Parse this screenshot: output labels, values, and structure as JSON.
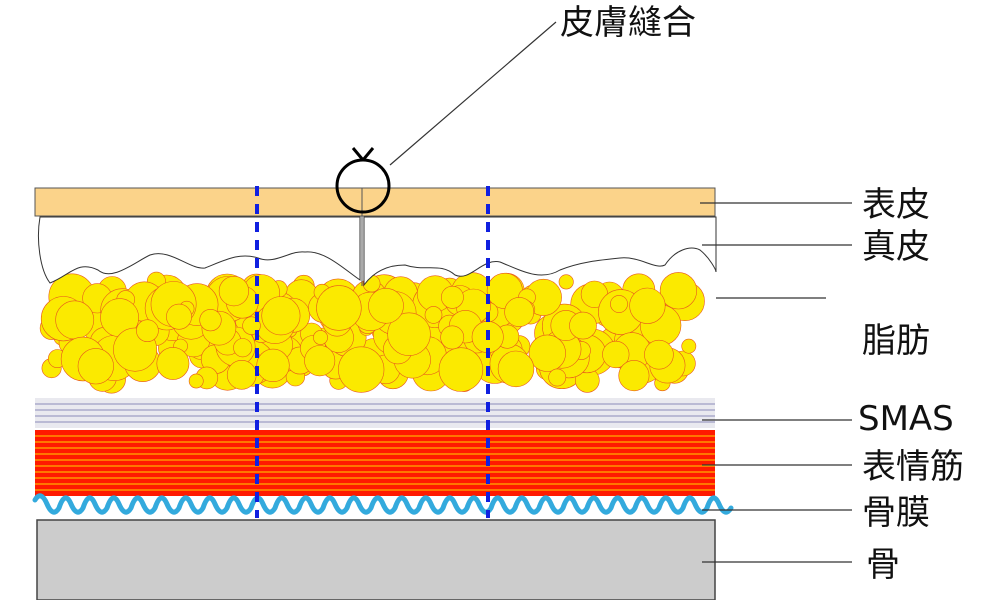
{
  "labels": {
    "suture": "皮膚縫合",
    "epidermis": "表皮",
    "dermis": "真皮",
    "fat": "脂肪",
    "smas": "SMAS",
    "muscle": "表情筋",
    "periosteum": "骨膜",
    "bone": "骨"
  },
  "colors": {
    "epidermis": "#fbd38a",
    "fat": "#fbea00",
    "fat_edge": "#e8581c",
    "smas_bg": "#e9e9ef",
    "smas_line": "#8a8ab8",
    "muscle": "#ff1a00",
    "muscle_line": "#ffd400",
    "periosteum": "#33aadd",
    "bone": "#cccccc",
    "cut_line": "#1020e0"
  }
}
